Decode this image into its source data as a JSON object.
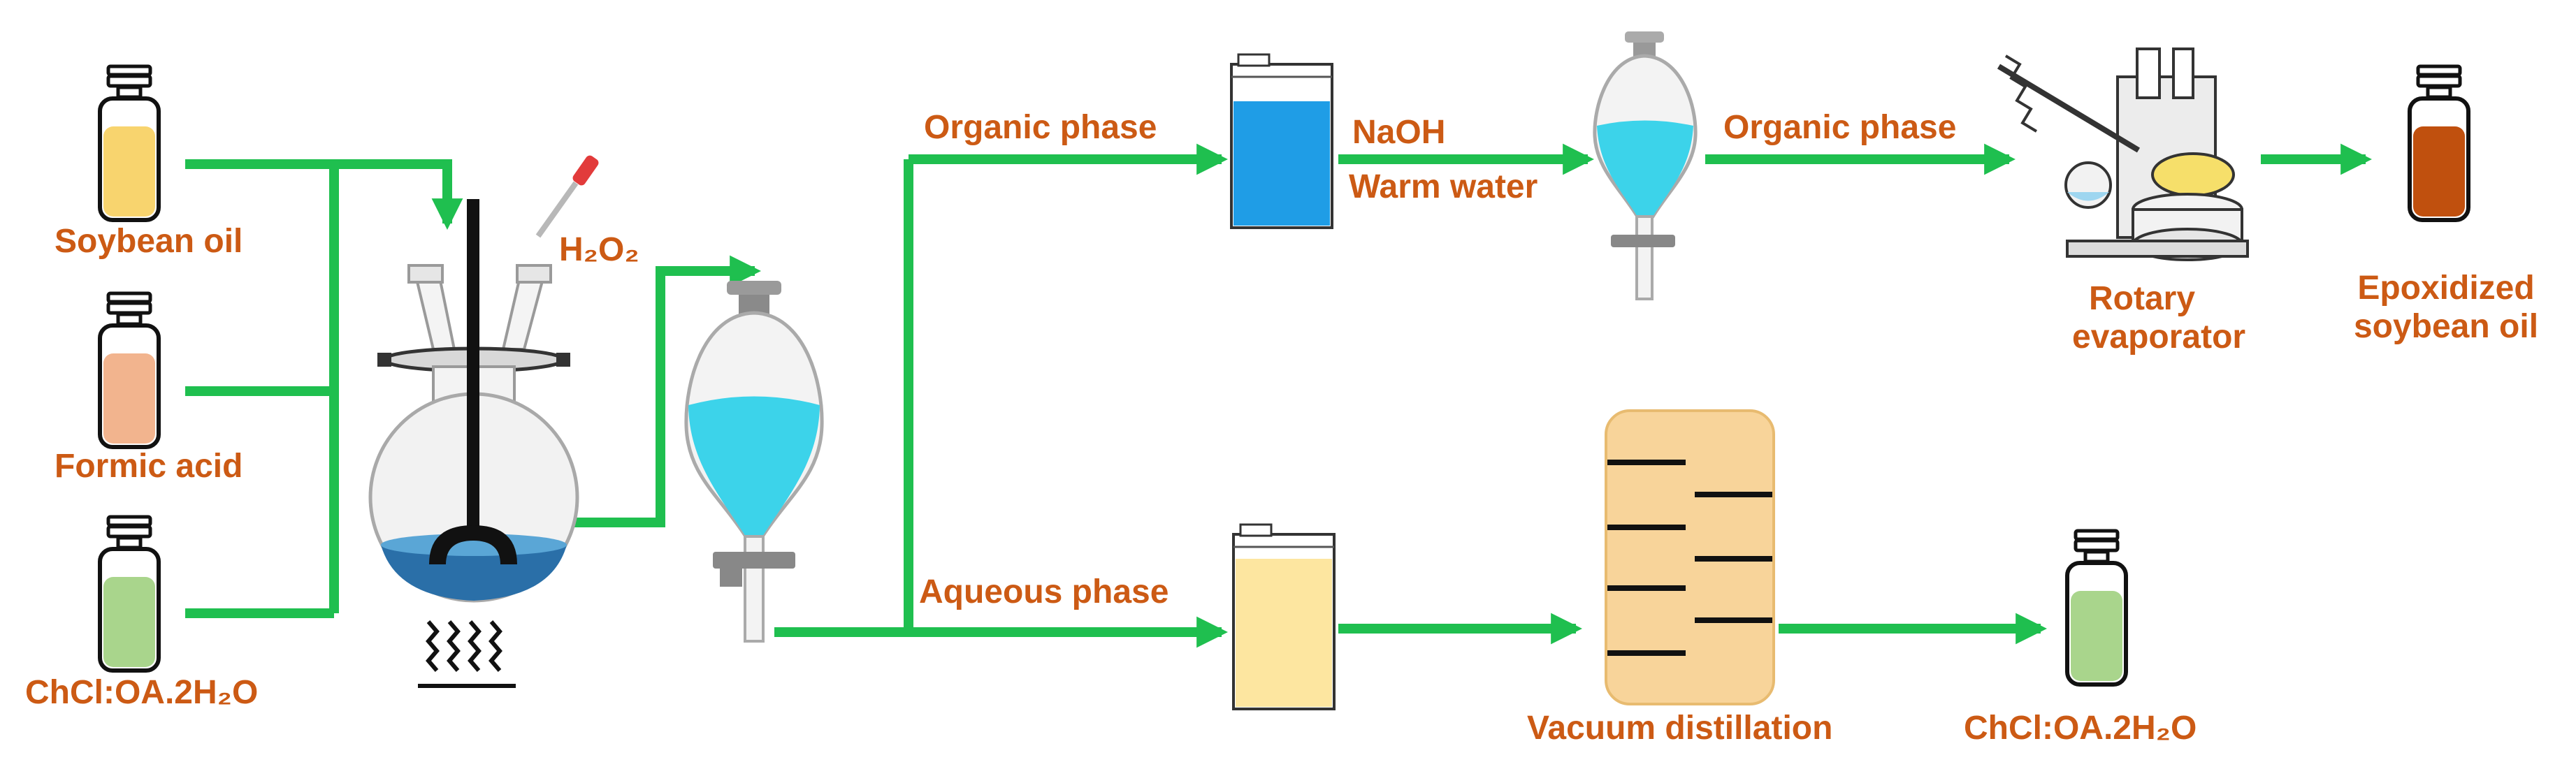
{
  "colors": {
    "arrow": "#1fbf4f",
    "label": "#cc5a14",
    "soybean_oil": "#f8d46e",
    "formic_acid": "#f2b48e",
    "des": "#a9d58c",
    "organic_liquid": "#1f9de6",
    "aqueous_liquid": "#fde6a0",
    "funnel_liquid": "#3cd3ea",
    "column": "#f8d49a",
    "product": "#c0500e"
  },
  "icons": [
    "vial-icon",
    "round-bottom-flask-icon",
    "stirrer-icon",
    "heat-icon",
    "dropper-icon",
    "separatory-funnel-icon",
    "container-icon",
    "rotary-evaporator-icon",
    "distillation-column-icon",
    "arrow-icon"
  ],
  "labels": {
    "soybean_oil": "Soybean oil",
    "formic_acid": "Formic acid",
    "des_input": "ChCl:OA.2H₂O",
    "h2o2": "H₂O₂",
    "organic_phase_1": "Organic phase",
    "naoh": "NaOH",
    "warm_water": "Warm water",
    "organic_phase_2": "Organic phase",
    "rotary_evaporator_line1": "Rotary",
    "rotary_evaporator_line2": "evaporator",
    "product_line1": "Epoxidized",
    "product_line2": "soybean oil",
    "aqueous_phase": "Aqueous phase",
    "vacuum_distillation": "Vacuum distillation",
    "des_recovered": "ChCl:OA.2H₂O"
  }
}
